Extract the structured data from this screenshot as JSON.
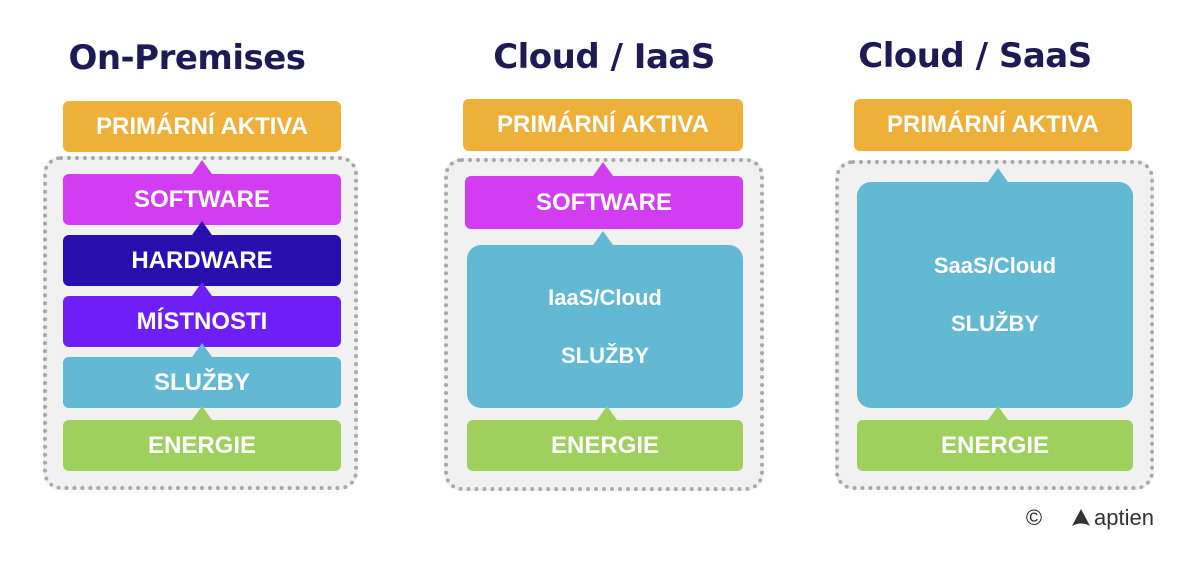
{
  "colors": {
    "primary": "#efb03a",
    "software": "#d23df2",
    "hardware": "#2a0fb0",
    "rooms": "#6e1ff5",
    "services": "#62b9d4",
    "energy": "#9fd05e",
    "title": "#1f1a54"
  },
  "columns": [
    {
      "title": "On-Premises",
      "primary": "PRIMÁRNÍ AKTIVA",
      "software": "SOFTWARE",
      "hardware": "HARDWARE",
      "rooms": "MÍSTNOSTI",
      "services": "SLUŽBY",
      "energy": "ENERGIE"
    },
    {
      "title": "Cloud / IaaS",
      "primary": "PRIMÁRNÍ AKTIVA",
      "software": "SOFTWARE",
      "service_name": "IaaS/Cloud",
      "services": "SLUŽBY",
      "energy": "ENERGIE"
    },
    {
      "title": "Cloud / SaaS",
      "primary": "PRIMÁRNÍ AKTIVA",
      "service_name": "SaaS/Cloud",
      "services": "SLUŽBY",
      "energy": "ENERGIE"
    }
  ],
  "footer": {
    "copyright": "©",
    "logo_text": "aptien",
    "logo_icon": "aptien-logo-icon"
  }
}
